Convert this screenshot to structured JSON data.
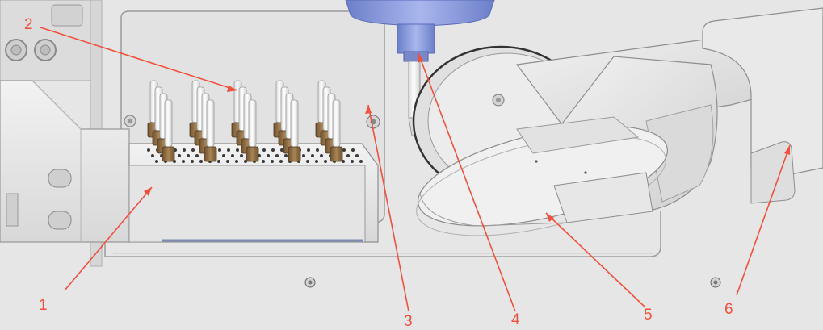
{
  "callouts": [
    {
      "label": "1"
    },
    {
      "label": "2"
    },
    {
      "label": "3"
    },
    {
      "label": "4"
    },
    {
      "label": "5"
    },
    {
      "label": "6"
    }
  ],
  "colors": {
    "callout": "#f0503c",
    "background": "#e6e6e6",
    "tube": "#f7f7f7",
    "cap": "#8a6a3e",
    "spindle": "#8fa0e0"
  }
}
